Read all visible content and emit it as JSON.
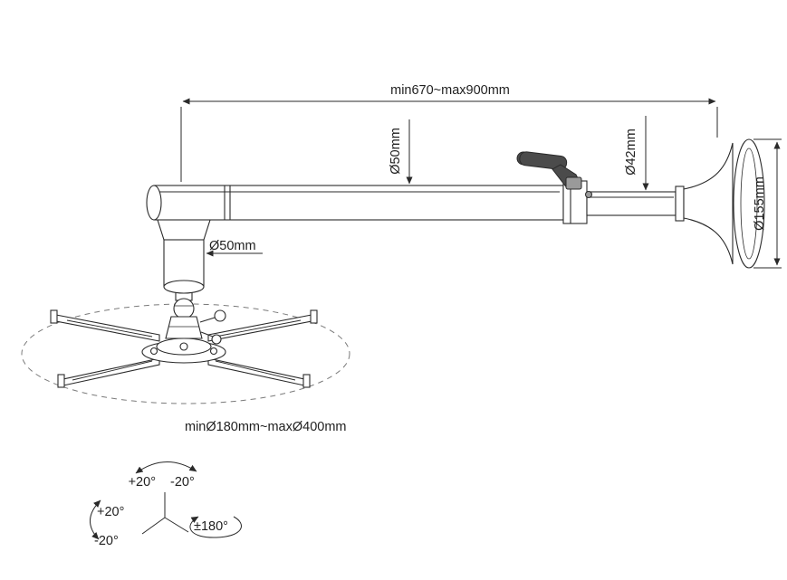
{
  "colors": {
    "line": "#2a2a2a",
    "fill": "#ffffff",
    "handle": "#4b4b4b",
    "handle_light": "#9a9a9a",
    "dash": "#7a7a7a",
    "text": "#1f1f1f"
  },
  "dimensions": {
    "arm_length": "min670~max900mm",
    "arm_diameter": "Ø50mm",
    "inner_tube_diameter": "Ø42mm",
    "wall_plate_diameter": "Ø155mm",
    "drop_tube_diameter": "Ø50mm",
    "bracket_range": "minØ180mm~maxØ400mm"
  },
  "angles": {
    "tilt_plus": "+20°",
    "tilt_minus": "-20°",
    "swivel_plus": "+20°",
    "swivel_minus": "-20°",
    "rotation": "±180°"
  }
}
